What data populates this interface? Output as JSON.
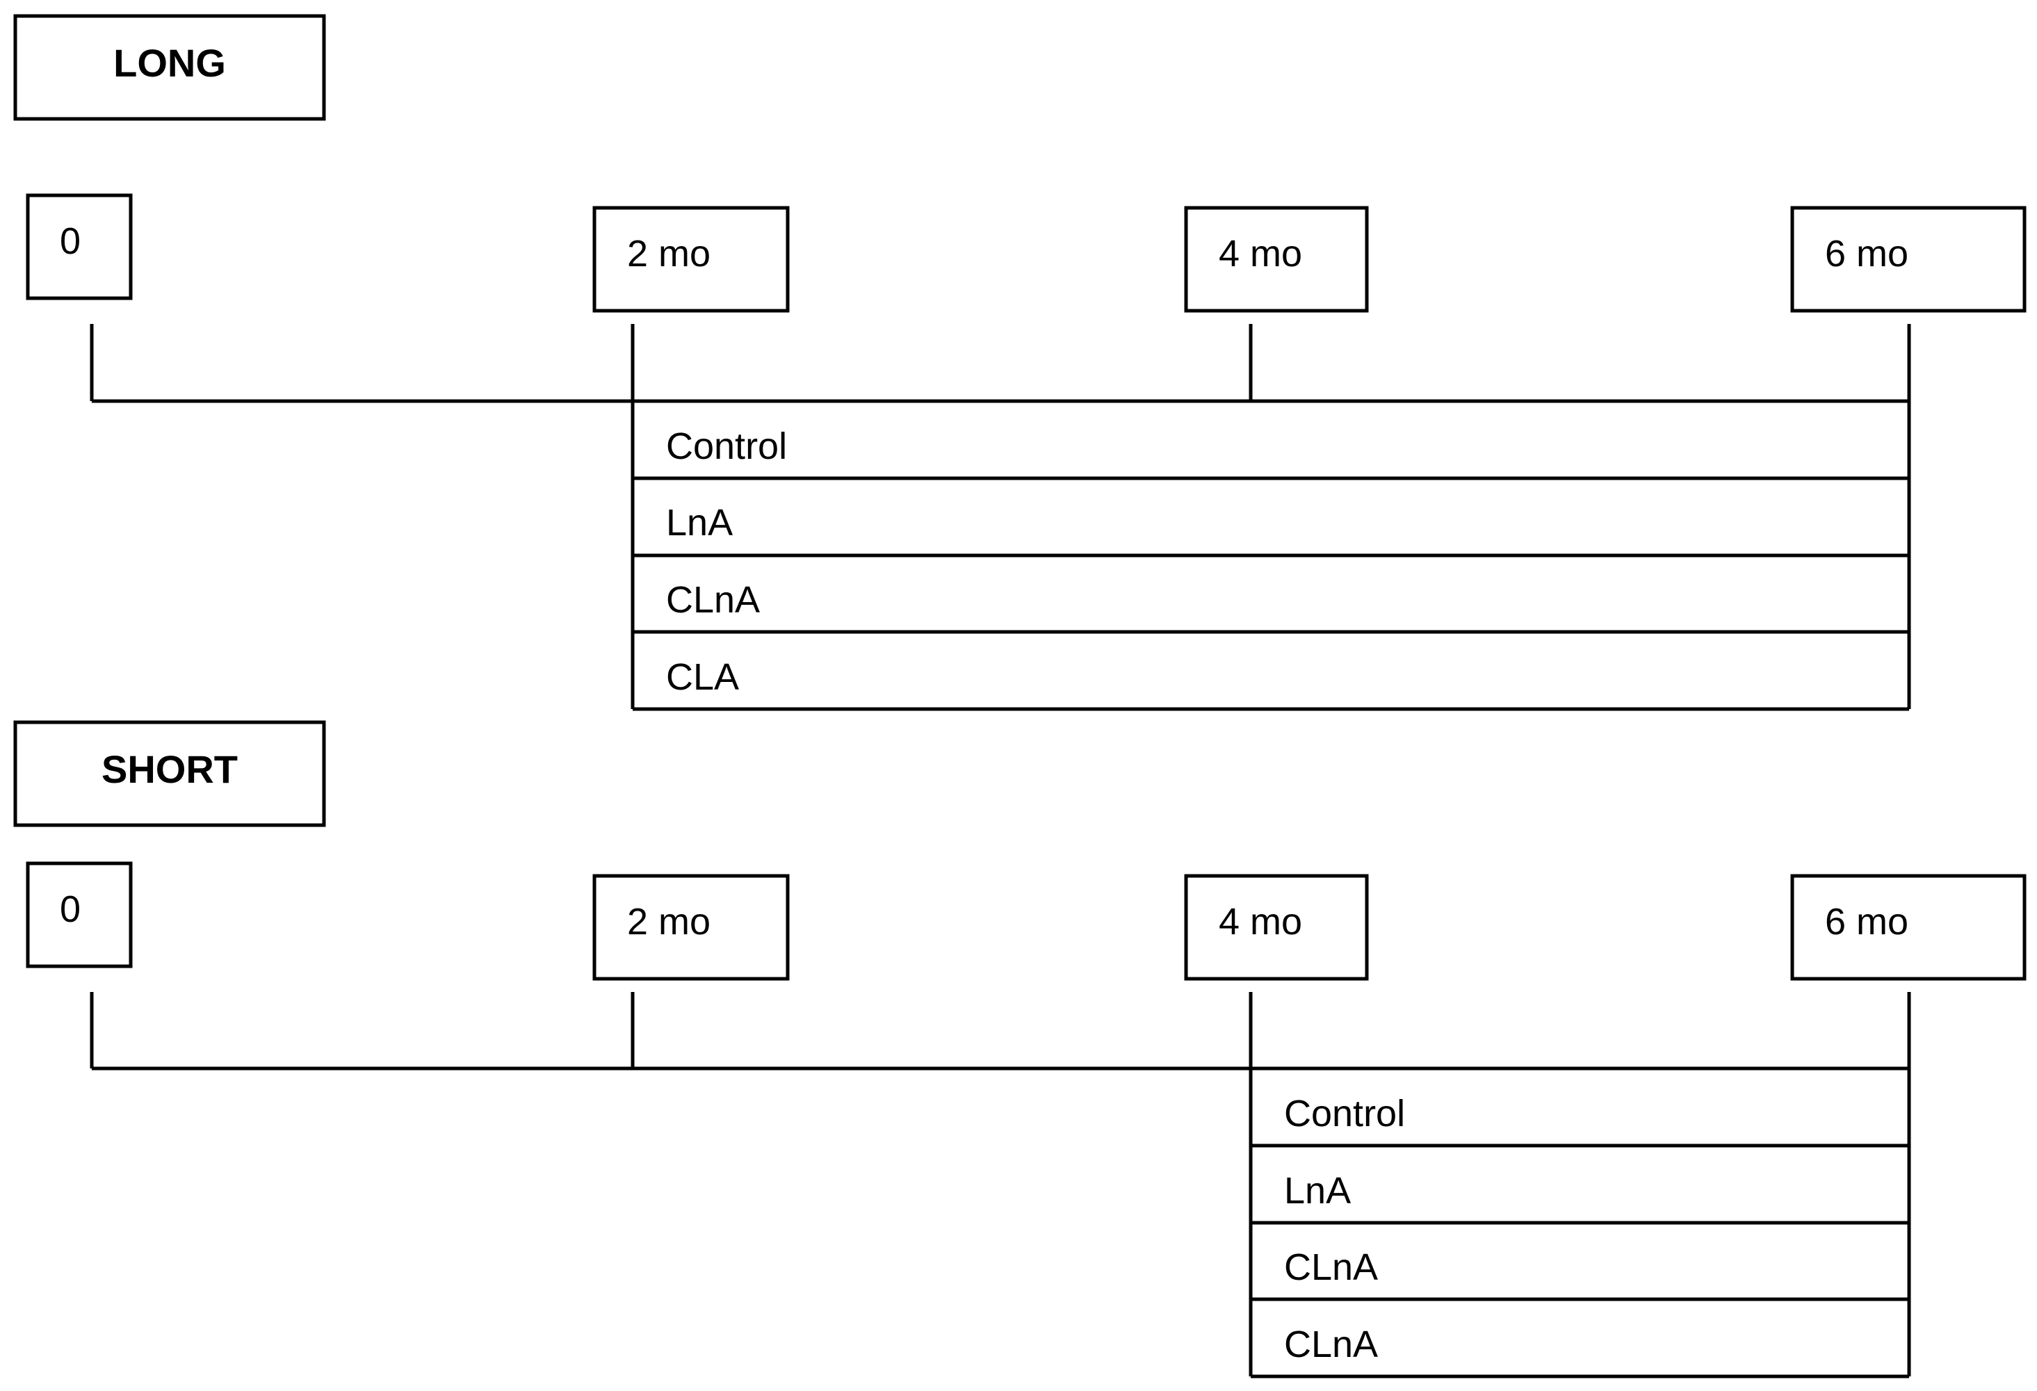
{
  "panels": [
    {
      "title": "LONG",
      "timepoints": [
        "0",
        "2 mo",
        "4 mo",
        "6 mo"
      ],
      "treatment_start": "2 mo",
      "groups": [
        "Control",
        "LnA",
        "CLnA",
        "CLA"
      ]
    },
    {
      "title": "SHORT",
      "timepoints": [
        "0",
        "2 mo",
        "4 mo",
        "6 mo"
      ],
      "treatment_start": "4 mo",
      "groups": [
        "Control",
        "LnA",
        "CLnA",
        "CLnA"
      ]
    }
  ]
}
